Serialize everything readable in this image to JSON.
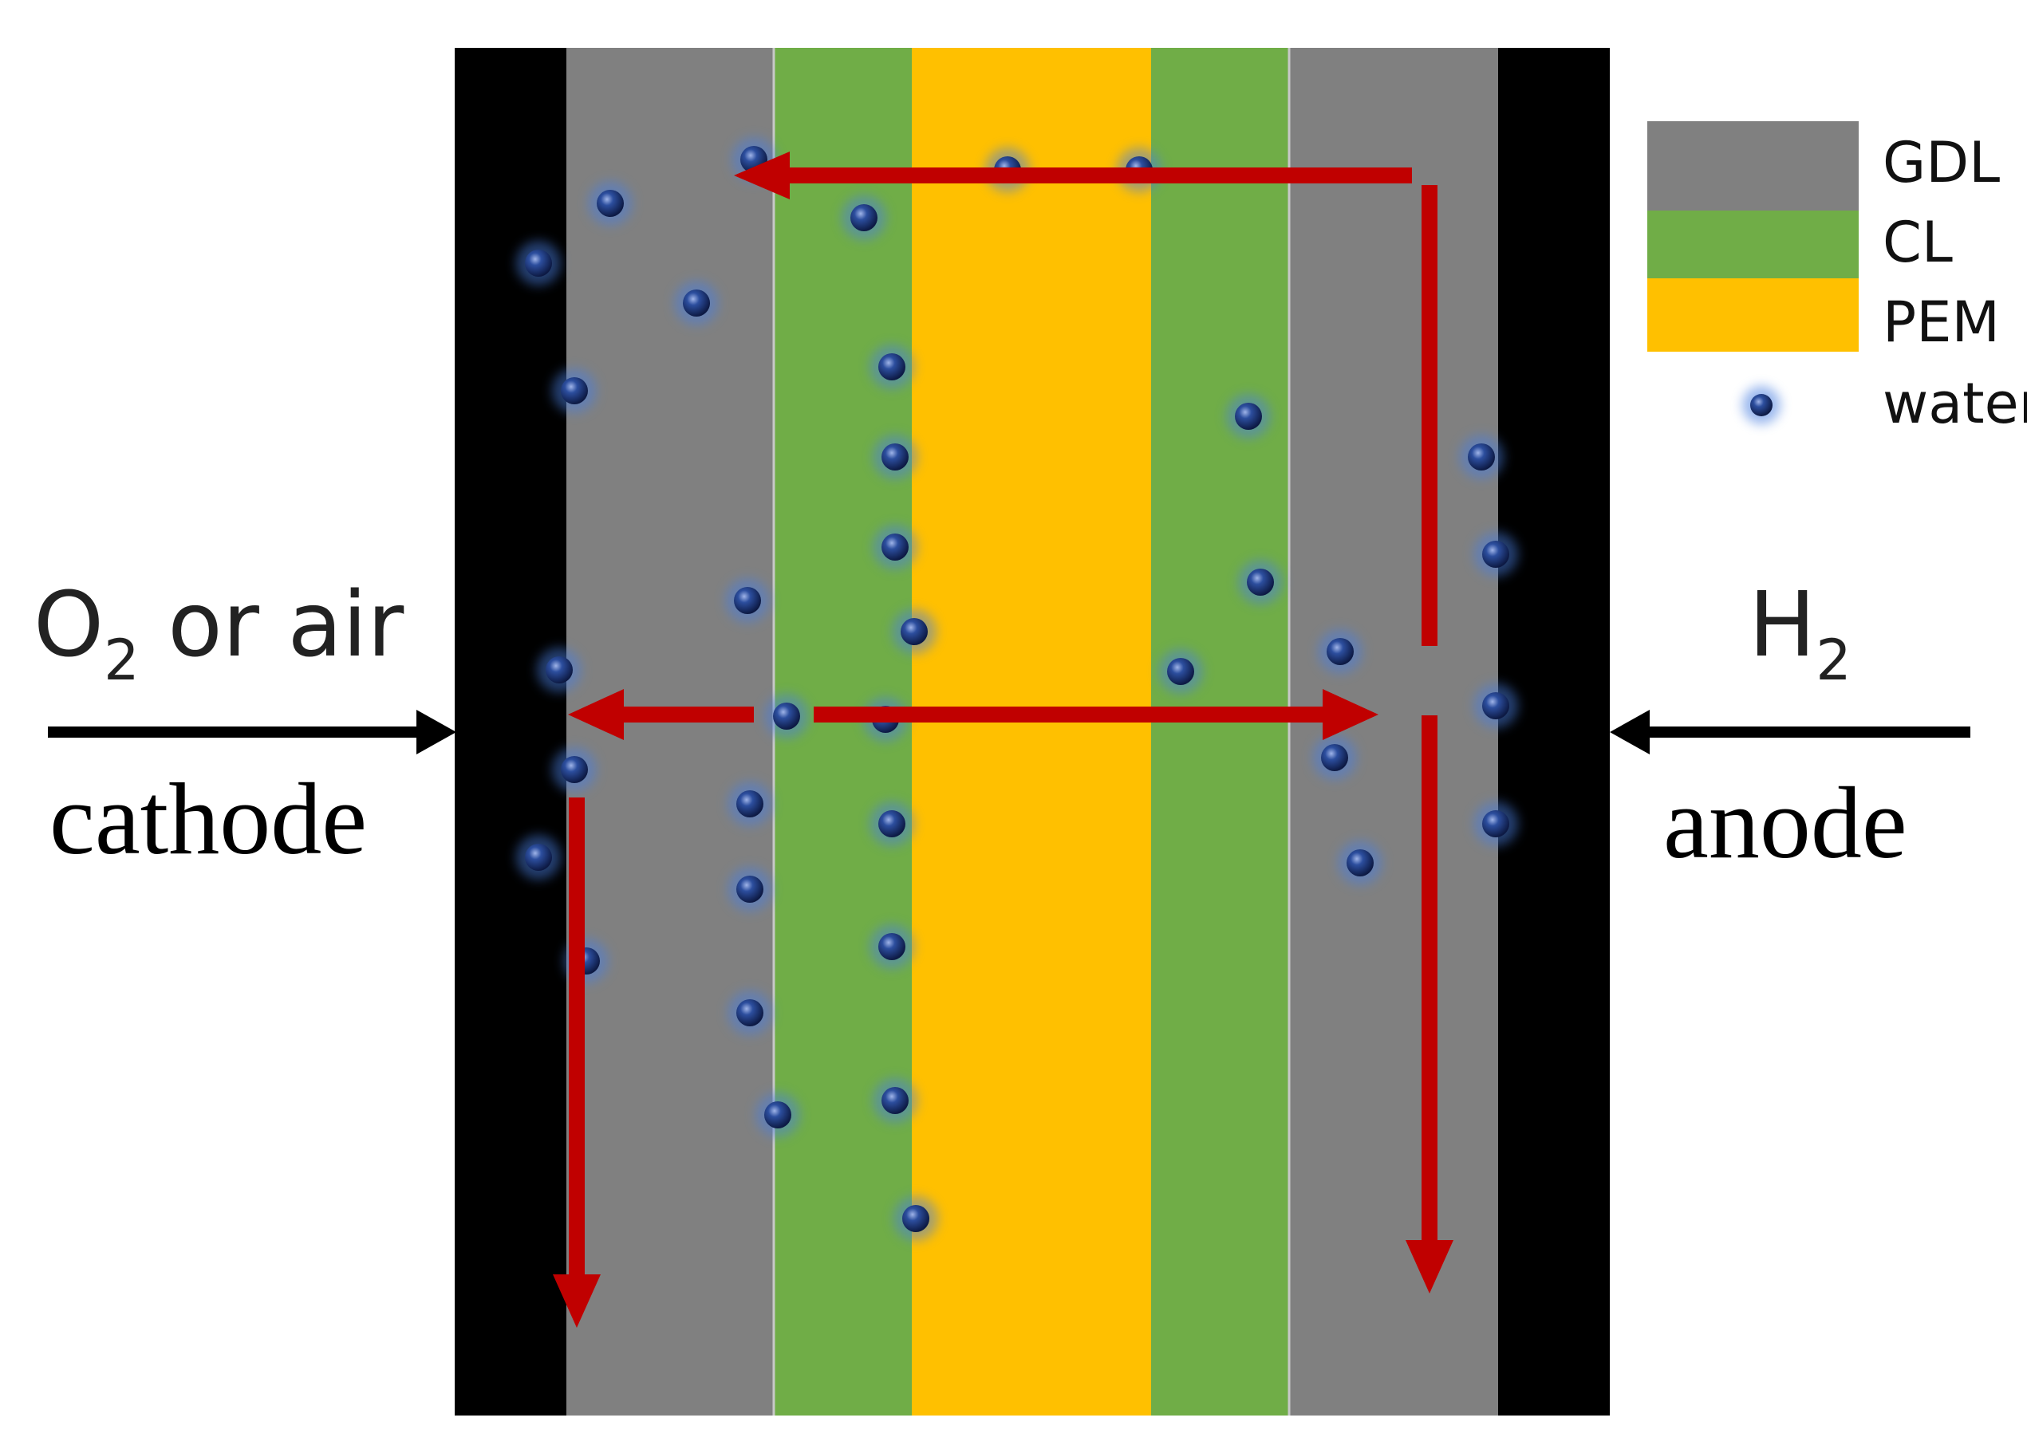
{
  "labels": {
    "cathode_gas": "O",
    "cathode_gas_sub": "2",
    "cathode_gas_rest": " or air",
    "anode_gas": "H",
    "anode_gas_sub": "2",
    "cathode": "cathode",
    "anode": "anode"
  },
  "legend": [
    {
      "label": "GDL",
      "color": "#808080",
      "icon": "swatch"
    },
    {
      "label": "CL",
      "color": "#70ad47",
      "icon": "swatch"
    },
    {
      "label": "PEM",
      "color": "#ffc000",
      "icon": "swatch"
    },
    {
      "label": "water",
      "color": "#1f3f8f",
      "icon": "water-droplet"
    }
  ],
  "colors": {
    "plate": "#000000",
    "gdl": "#808080",
    "cl": "#70ad47",
    "pem": "#ffc000",
    "flow_arrow": "#c00000",
    "feed_arrow": "#000000",
    "water": "#1f3f8f"
  }
}
